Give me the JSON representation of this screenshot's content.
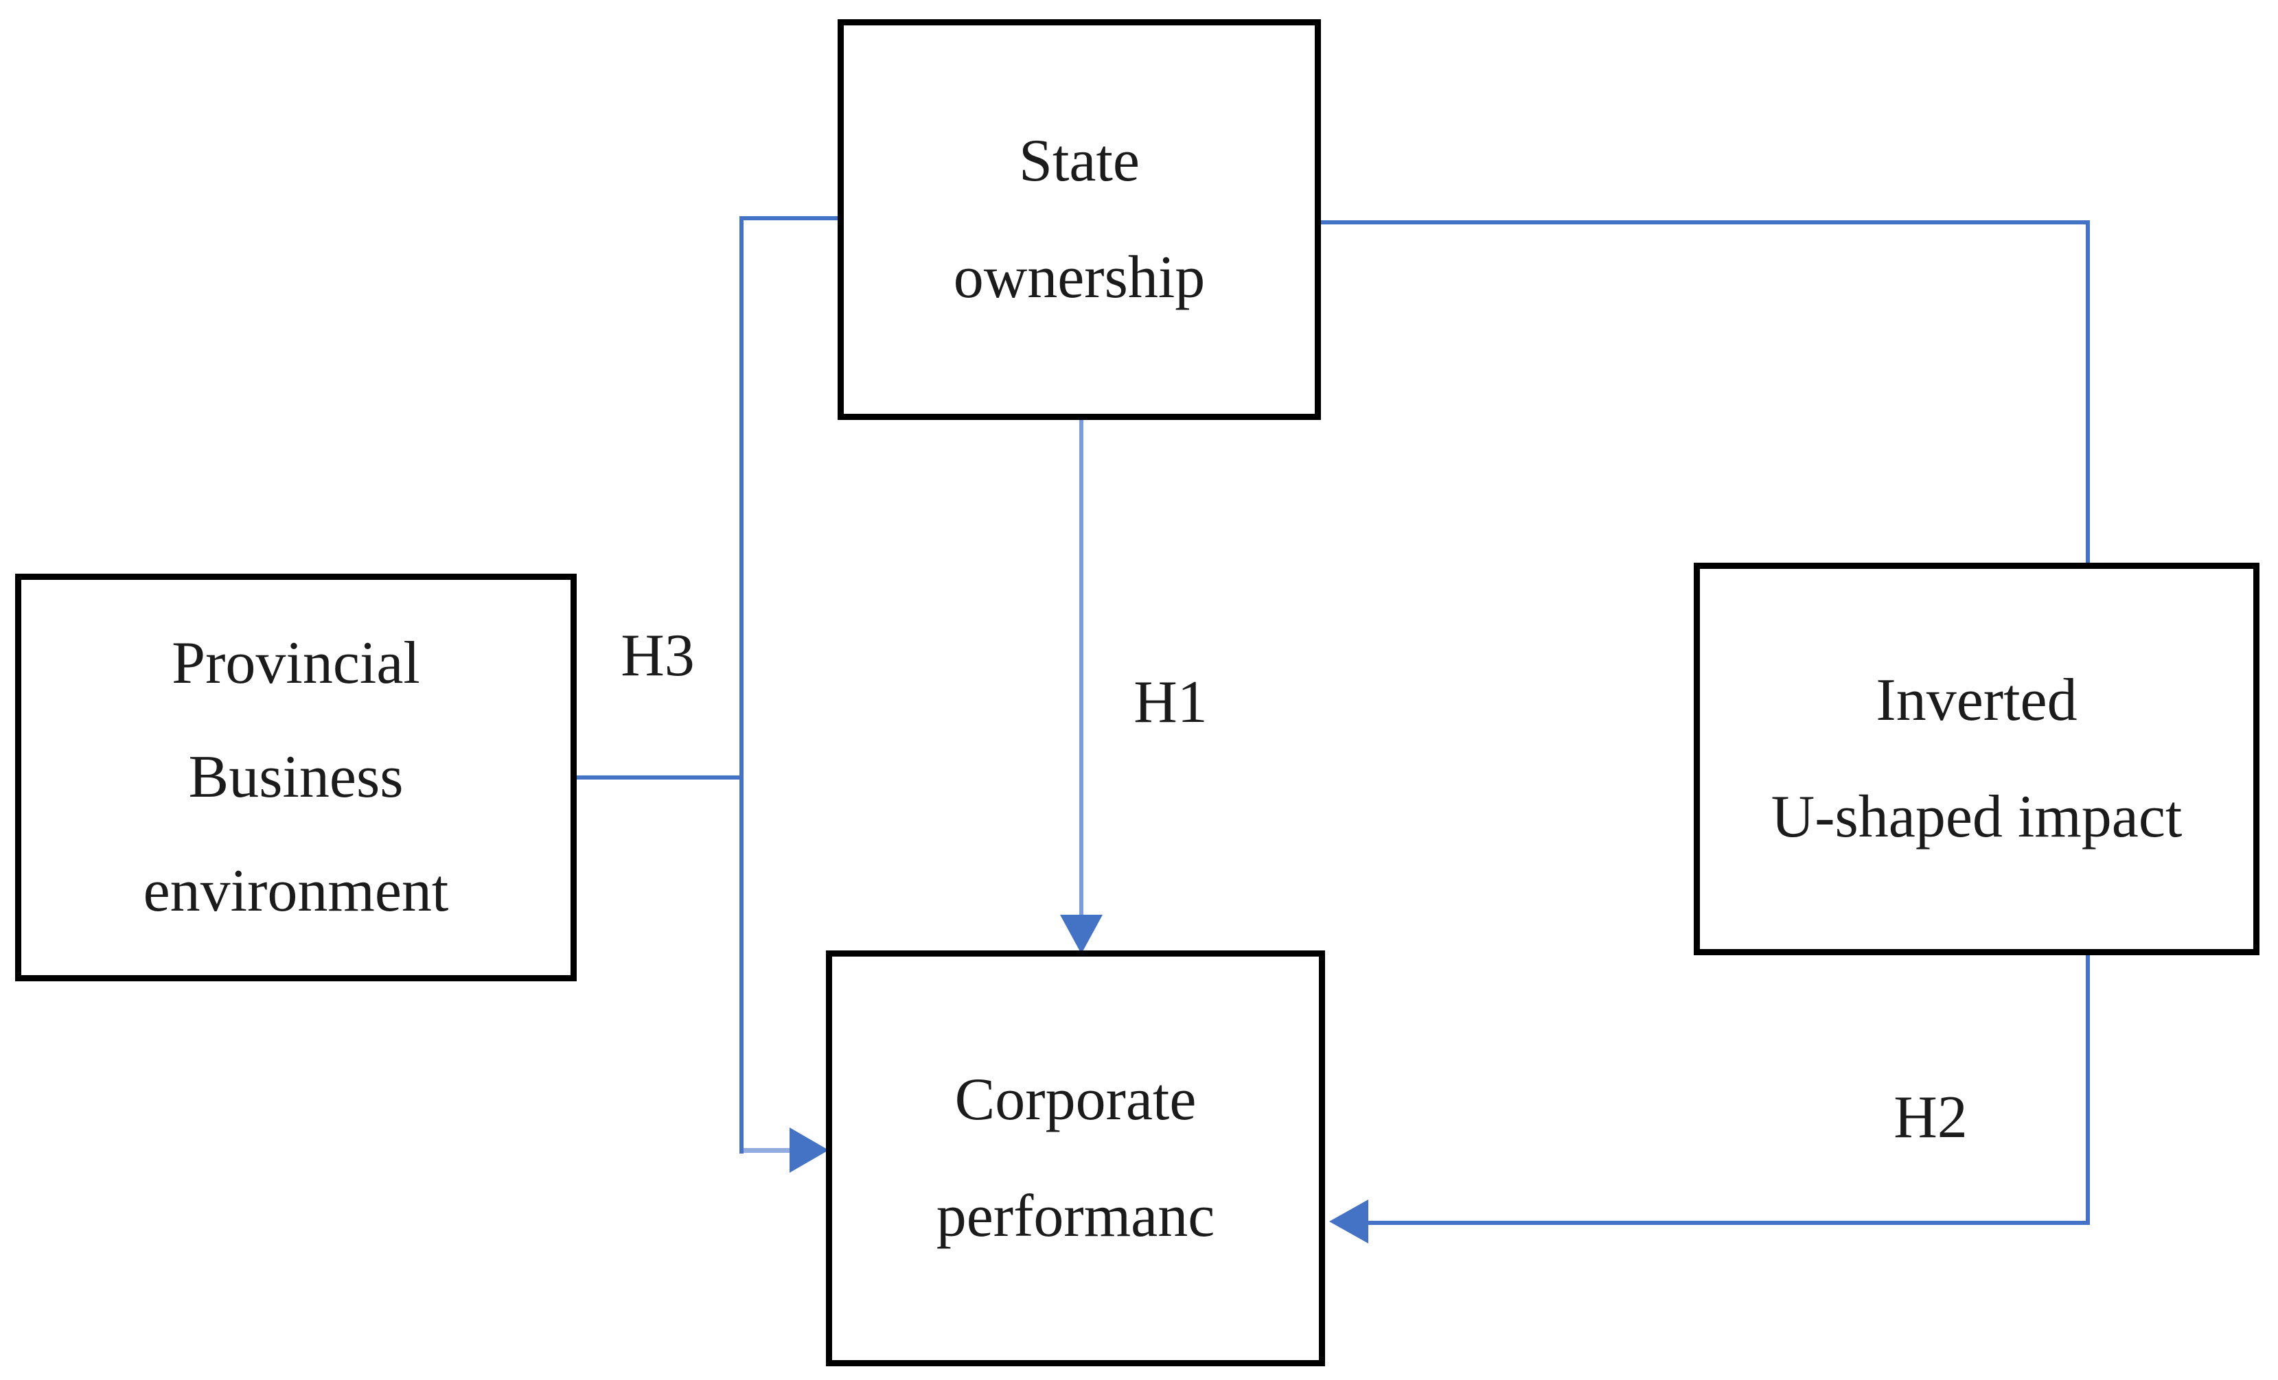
{
  "diagram": {
    "background_color": "#FFFFFF",
    "box_border_color": "#000000",
    "text_color": "#1B1B1B",
    "arrow_color": "#4472C4",
    "arrow_color_light": "#93ACDE",
    "nodes": {
      "state_ownership": {
        "lines": [
          "State",
          "ownership"
        ]
      },
      "provincial_business_environment": {
        "lines": [
          "Provincial",
          "Business",
          "environment"
        ]
      },
      "inverted_u_shaped_impact": {
        "lines": [
          "Inverted",
          "U-shaped impact"
        ]
      },
      "corporate_performance": {
        "lines": [
          "Corporate",
          "performanc"
        ]
      }
    },
    "edges": [
      {
        "label": "H1",
        "from": "state_ownership",
        "to": "corporate_performance"
      },
      {
        "label": "H2",
        "from": "inverted_u_shaped_impact",
        "to": "corporate_performance"
      },
      {
        "label": "H3",
        "from": "provincial_business_environment",
        "to": "corporate_performance"
      }
    ]
  }
}
